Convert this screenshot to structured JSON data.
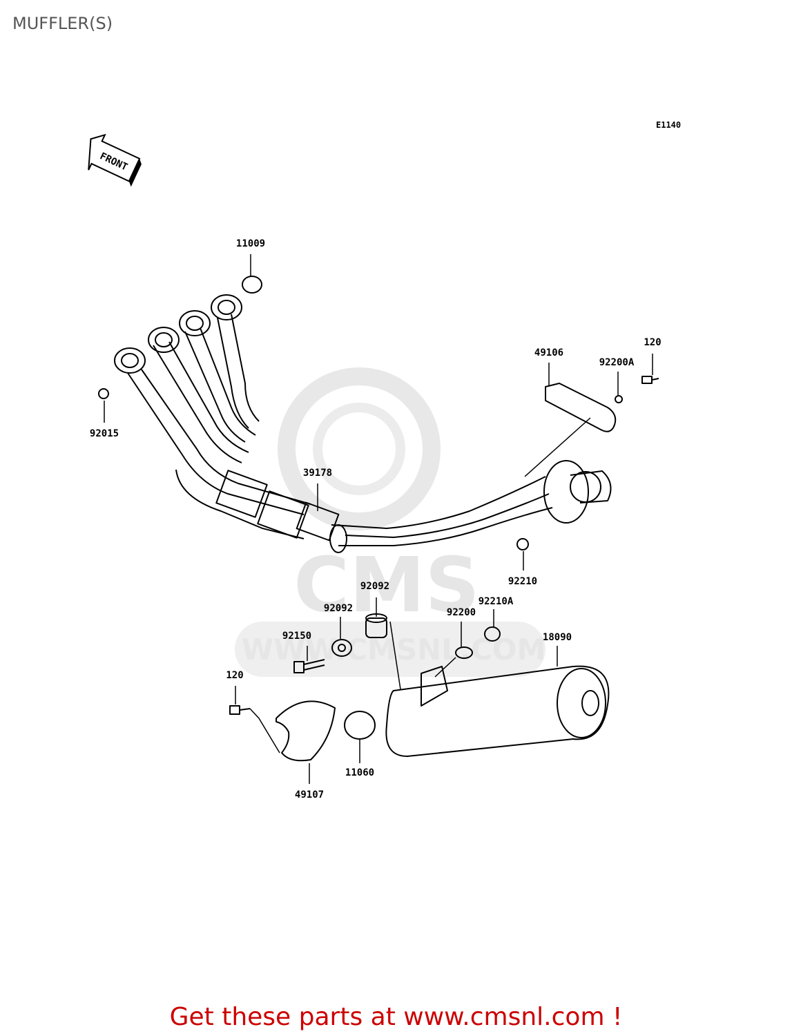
{
  "title": "MUFFLER(S)",
  "diagram_code": "E1140",
  "front_marker": "FRONT",
  "watermark": {
    "brand": "CMS",
    "url": "WWW.CMSNL.COM"
  },
  "parts": [
    {
      "number": "11009"
    },
    {
      "number": "92015"
    },
    {
      "number": "39178"
    },
    {
      "number": "49106"
    },
    {
      "number": "92200A"
    },
    {
      "number": "120"
    },
    {
      "number": "92210"
    },
    {
      "number": "92092"
    },
    {
      "number": "92092"
    },
    {
      "number": "92210A"
    },
    {
      "number": "92200"
    },
    {
      "number": "18090"
    },
    {
      "number": "92150"
    },
    {
      "number": "120"
    },
    {
      "number": "11060"
    },
    {
      "number": "49107"
    }
  ],
  "footer": "Get these parts at www.cmsnl.com !",
  "colors": {
    "footer": "#cc0000",
    "title": "#555555",
    "watermark": "#e6e6e6"
  }
}
